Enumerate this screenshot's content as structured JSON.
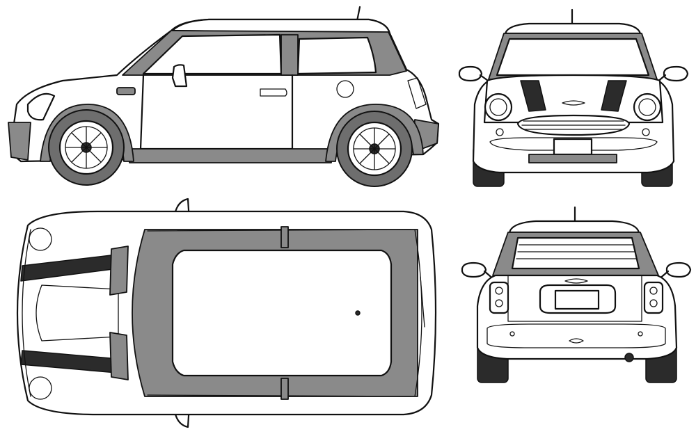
{
  "views": [
    {
      "name": "side"
    },
    {
      "name": "front"
    },
    {
      "name": "top"
    },
    {
      "name": "rear"
    }
  ],
  "colors": {
    "outline": "#111111",
    "body": "#ffffff",
    "trim": "#8a8a8a",
    "stripe": "#2b2b2b"
  }
}
